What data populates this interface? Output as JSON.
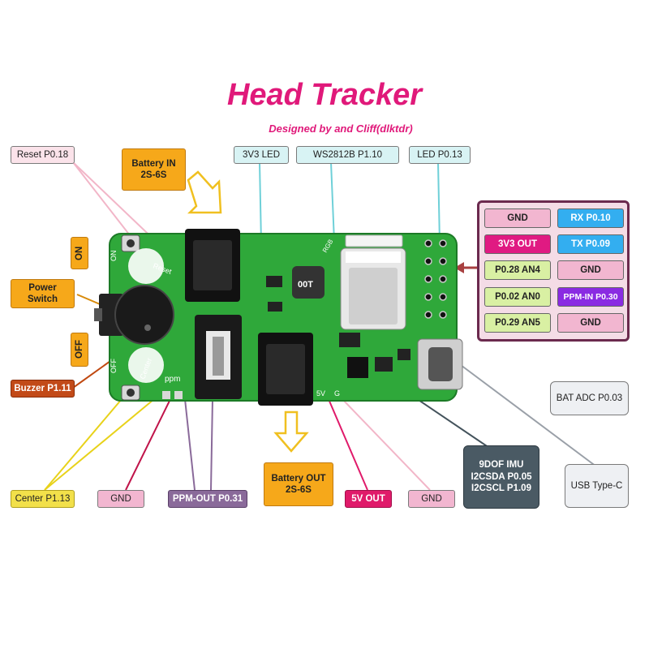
{
  "title": "Head Tracker",
  "subtitle": "Designed by and Cliff(dlktdr)",
  "labels": {
    "reset": "Reset P0.18",
    "battery_in": "Battery IN\n2S-6S",
    "led_3v3": "3V3 LED",
    "ws2812b": "WS2812B P1.10",
    "led": "LED P0.13",
    "on": "ON",
    "off": "OFF",
    "power_switch": "Power\nSwitch",
    "buzzer": "Buzzer P1.11",
    "center": "Center P1.13",
    "gnd_left": "GND",
    "ppm_out": "PPM-OUT P0.31",
    "battery_out": "Battery OUT\n2S-6S",
    "v5_out": "5V OUT",
    "gnd_mid": "GND",
    "imu": "9DOF IMU\nI2CSDA P0.05\nI2CSCL P1.09",
    "usb": "USB Type-C",
    "bat_adc": "BAT ADC P0.03"
  },
  "pins": [
    {
      "label": "GND",
      "color": "#f2b6d0",
      "text_color": "#222222"
    },
    {
      "label": "RX P0.10",
      "color": "#33aef0",
      "text_color": "#ffffff"
    },
    {
      "label": "3V3 OUT",
      "color": "#e01a82",
      "text_color": "#ffffff"
    },
    {
      "label": "TX P0.09",
      "color": "#33aef0",
      "text_color": "#ffffff"
    },
    {
      "label": "P0.28 AN4",
      "color": "#d9f0a3",
      "text_color": "#222222"
    },
    {
      "label": "GND",
      "color": "#f2b6d0",
      "text_color": "#222222"
    },
    {
      "label": "P0.02 AN0",
      "color": "#d9f0a3",
      "text_color": "#222222"
    },
    {
      "label": "PPM-IN P0.30",
      "color": "#8a2be2",
      "text_color": "#ffffff"
    },
    {
      "label": "P0.29 AN5",
      "color": "#d9f0a3",
      "text_color": "#222222"
    },
    {
      "label": "GND",
      "color": "#f2b6d0",
      "text_color": "#222222"
    }
  ],
  "board_marks": {
    "inductor": "00T",
    "ant_rgb": "RGB",
    "center_silk": "Center",
    "ppm_silk": "ppm",
    "reset_silk": "Reset",
    "on_silk": "ON",
    "off_silk": "OFF",
    "g_silk": "G",
    "v5_silk": "5V"
  },
  "colors": {
    "title": "#e0197a",
    "pcb": "#2fa83a",
    "pin_box_border": "#6b2a4e"
  }
}
